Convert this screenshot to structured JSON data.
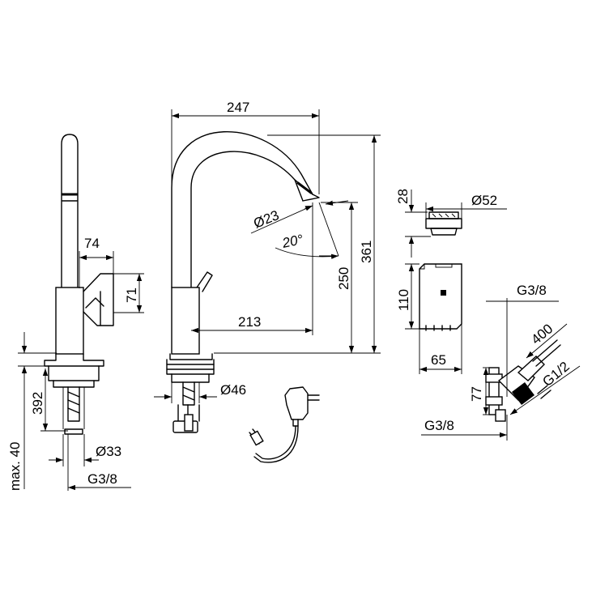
{
  "dimensions": {
    "spout_reach_total": "247",
    "spout_diameter": "Ø23",
    "spout_angle": "20°",
    "spout_height": "250",
    "total_height": "361",
    "spout_reach": "213",
    "base_diameter": "Ø46",
    "lever_width": "74",
    "lever_height": "71",
    "tail_length": "392",
    "counter_max": "max. 40",
    "shank_diameter": "Ø33",
    "shank_thread": "G3/8",
    "aerator_height": "28",
    "aerator_diameter": "Ø52",
    "box_height": "110",
    "box_width": "65",
    "valve_outlet_thread": "G3/8",
    "hose_length": "400",
    "valve_inlet_thread": "G1/2",
    "valve_height": "77",
    "valve_bottom_thread": "G3/8"
  }
}
